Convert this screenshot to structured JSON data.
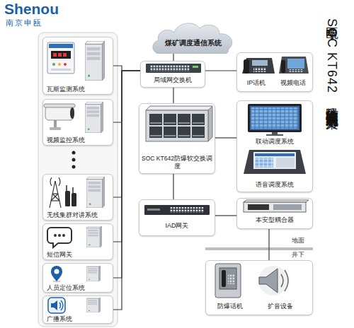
{
  "diagram": {
    "title": "申瓯SOC KT642 防爆软交换调度系统组网方案",
    "nodes": [
      {
        "text": [
          "煤矿调度通信系统"
        ]
      },
      {
        "text": [
          "瓦斯监测系统"
        ]
      },
      {
        "text": [
          "视频监控系统"
        ]
      },
      {
        "text": [
          "无线集群对讲系统"
        ]
      },
      {
        "text": [
          "短信网关"
        ]
      },
      {
        "text": [
          "人员定位系统"
        ]
      },
      {
        "text": [
          "广播系统"
        ]
      },
      {
        "text": [
          "局域网交换机"
        ]
      },
      {
        "text": [
          "IP话机",
          "视频电话"
        ]
      },
      {
        "text": [
          "SOC KT642防爆软交换调度"
        ]
      },
      {
        "text": [
          "联动调度系统",
          "语音调度系统"
        ]
      },
      {
        "text": [
          "IAD网关"
        ]
      },
      {
        "text": [
          "本安型耦合器"
        ]
      },
      {
        "text": [
          "防爆话机",
          "扩音设备"
        ]
      }
    ],
    "edges": [
      {
        "from": 0,
        "to": 7,
        "arrow": "none"
      },
      {
        "from": 1,
        "to": 7,
        "arrow": "none"
      },
      {
        "from": 2,
        "to": 7,
        "arrow": "none"
      },
      {
        "from": 3,
        "to": 7,
        "arrow": "none"
      },
      {
        "from": 4,
        "to": 7,
        "arrow": "none"
      },
      {
        "from": 5,
        "to": 7,
        "arrow": "none"
      },
      {
        "from": 6,
        "to": 7,
        "arrow": "none"
      },
      {
        "from": 7,
        "to": 8,
        "arrow": "none"
      },
      {
        "from": 7,
        "to": 9,
        "arrow": "none"
      },
      {
        "from": 9,
        "to": 10,
        "arrow": "none"
      },
      {
        "from": 9,
        "to": 11,
        "arrow": "none"
      },
      {
        "from": 11,
        "to": 12,
        "arrow": "none"
      },
      {
        "from": 12,
        "to": 13,
        "arrow": "none"
      }
    ],
    "labels": [
      "Shenou",
      "南京申瓯",
      "地面",
      "井下"
    ]
  }
}
